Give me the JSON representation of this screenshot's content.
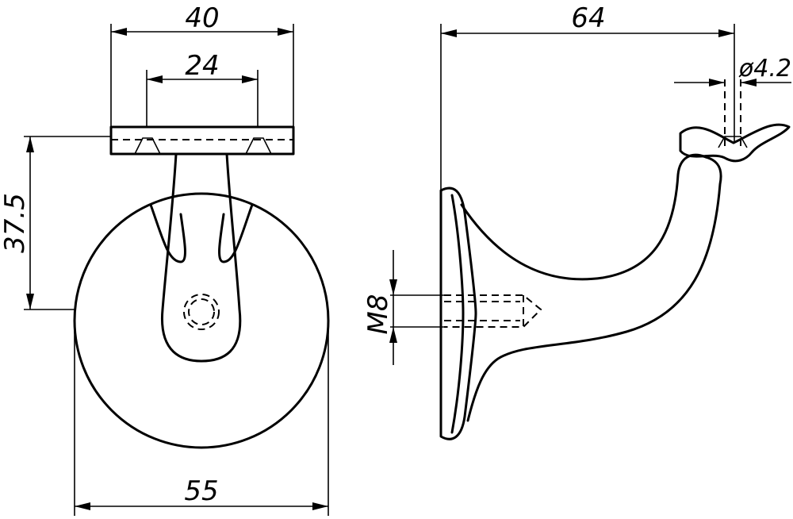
{
  "drawing": {
    "front_view": {
      "base_width": "40",
      "hole_spacing": "24",
      "height": "37.5",
      "disc_diameter": "55"
    },
    "side_view": {
      "projection": "64",
      "hole_diameter": "ø4.2",
      "thread": "M8"
    }
  }
}
